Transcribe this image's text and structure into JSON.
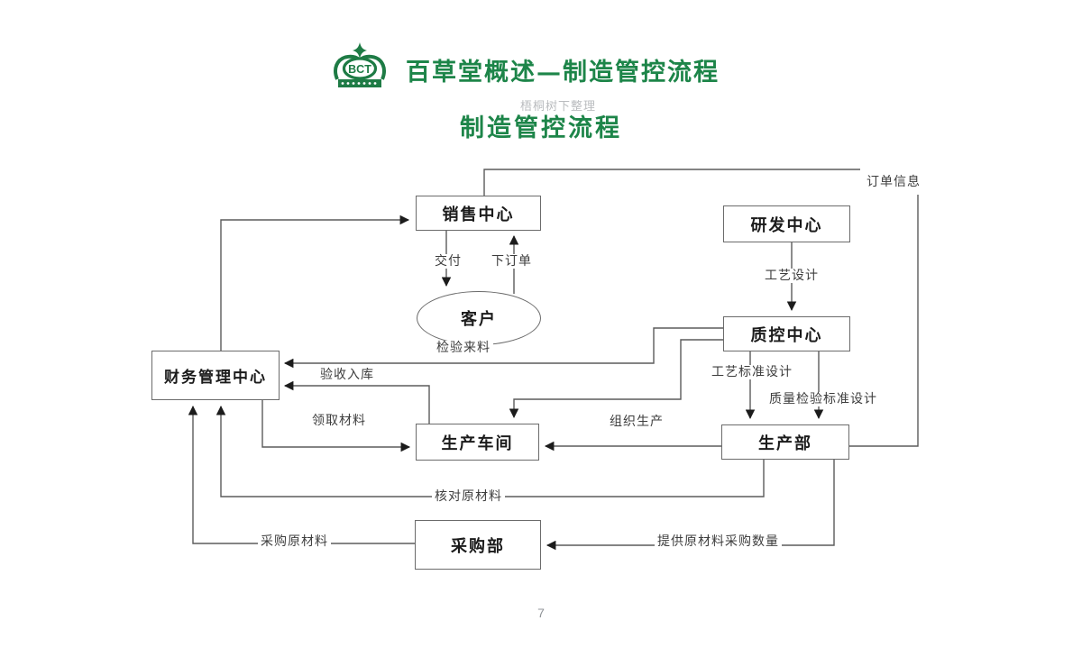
{
  "slide": {
    "logo": {
      "text": "BCT",
      "color": "#1e7b45"
    },
    "title": "百草堂概述—制造管控流程",
    "watermark": "梧桐树下整理",
    "subtitle": "制造管控流程",
    "title_color": "#1d8549",
    "page_number": "7"
  },
  "diagram": {
    "line_color": "#5b5b5b",
    "nodes": {
      "sales": {
        "label": "销售中心"
      },
      "rd": {
        "label": "研发中心"
      },
      "customer": {
        "label": "客户"
      },
      "finance": {
        "label": "财务管理中心"
      },
      "qc": {
        "label": "质控中心"
      },
      "workshop": {
        "label": "生产车间"
      },
      "production": {
        "label": "生产部"
      },
      "purchasing": {
        "label": "采购部"
      }
    },
    "edge_labels": {
      "order_info": "订单信息",
      "delivery": "交付",
      "place_order": "下订单",
      "process_design": "工艺设计",
      "inspect_incoming": "检验来料",
      "acceptance_storage": "验收入库",
      "collect_materials": "领取材料",
      "organize_production": "组织生产",
      "process_standard_design": "工艺标准设计",
      "quality_standard_design": "质量检验标准设计",
      "check_raw_materials": "核对原材料",
      "purchase_raw_materials": "采购原材料",
      "provide_purchase_qty": "提供原材料采购数量"
    }
  }
}
